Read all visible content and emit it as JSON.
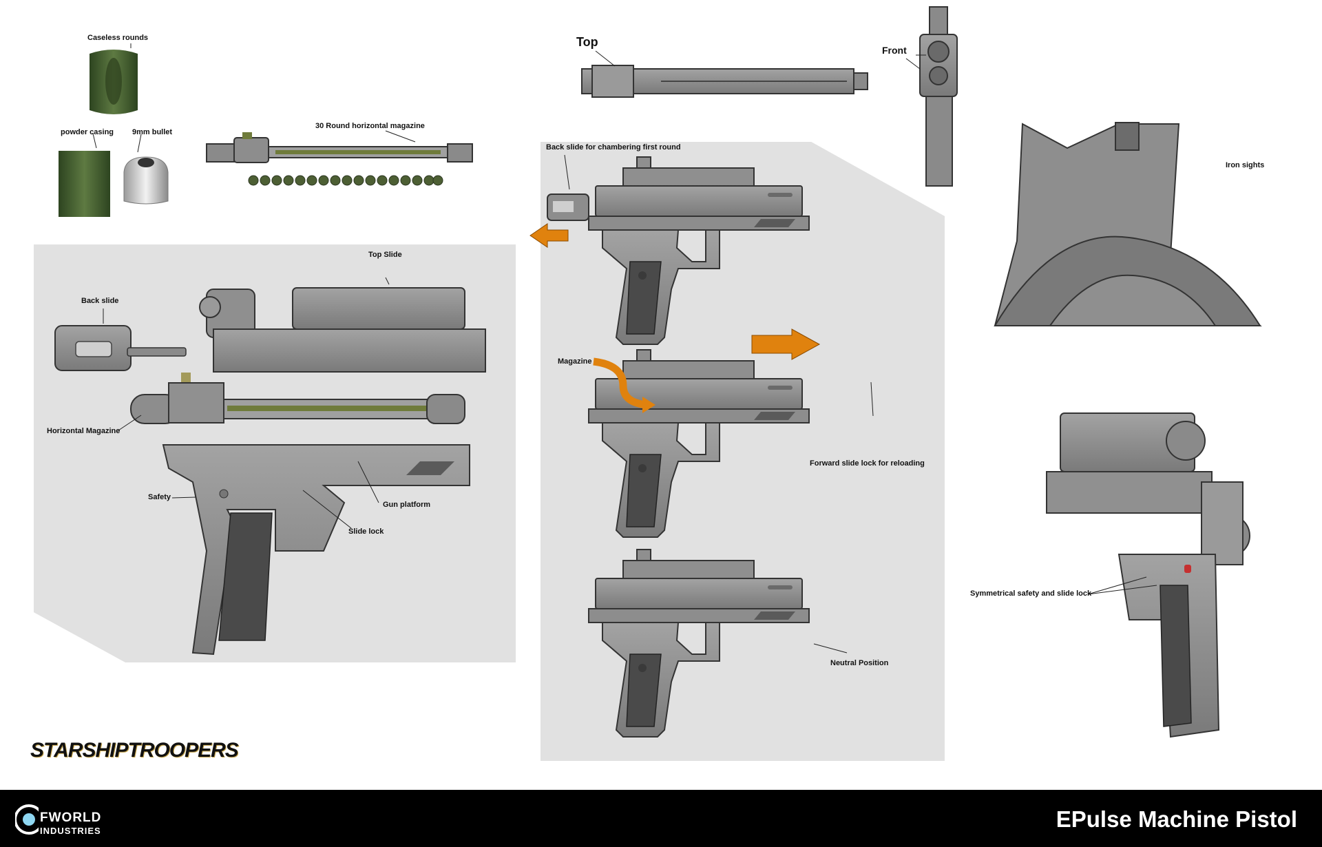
{
  "labels": {
    "caseless_rounds": "Caseless rounds",
    "powder_casing": "powder casing",
    "bullet": "9mm bullet",
    "magazine_30": "30 Round horizontal magazine",
    "top": "Top",
    "front": "Front",
    "iron_sights": "Iron sights",
    "back_slide_chambering": "Back slide for chambering first round",
    "magazine": "Magazine",
    "forward_slide_lock": "Forward slide lock for reloading",
    "neutral_position": "Neutral Position",
    "top_slide": "Top Slide",
    "back_slide": "Back slide",
    "horizontal_magazine": "Horizontal Magazine",
    "safety": "Safety",
    "gun_platform": "Gun platform",
    "slide_lock": "Slide lock",
    "symmetrical_safety": "Symmetrical safety and slide lock"
  },
  "footer": {
    "title": "EPulse Machine Pistol",
    "company_line1": "FWORLD",
    "company_line2": "INDUSTRIES"
  },
  "branding": {
    "game_logo": "STARSHIPTROOPERS"
  },
  "colors": {
    "panel": "#e1e1e1",
    "metal": "#8a8a8a",
    "metal_dark": "#5c5c5c",
    "grip": "#4a4a4a",
    "arrow": "#e0820e",
    "round_green": "#3f5a2c"
  }
}
